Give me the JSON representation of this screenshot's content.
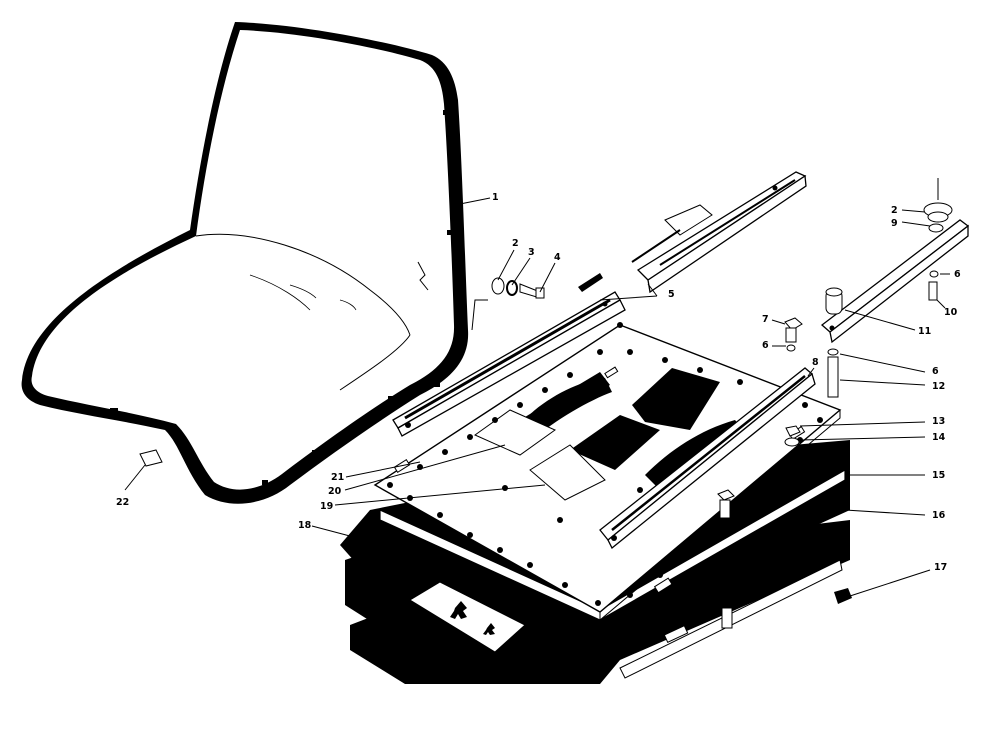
{
  "diagram": {
    "callouts": [
      {
        "id": "c1",
        "num": "1"
      },
      {
        "id": "c2a",
        "num": "2"
      },
      {
        "id": "c3",
        "num": "3"
      },
      {
        "id": "c4",
        "num": "4"
      },
      {
        "id": "c5",
        "num": "5"
      },
      {
        "id": "c2b",
        "num": "2"
      },
      {
        "id": "c9",
        "num": "9"
      },
      {
        "id": "c6a",
        "num": "6"
      },
      {
        "id": "c10",
        "num": "10"
      },
      {
        "id": "c7",
        "num": "7"
      },
      {
        "id": "c6b",
        "num": "6"
      },
      {
        "id": "c8",
        "num": "8"
      },
      {
        "id": "c11",
        "num": "11"
      },
      {
        "id": "c6c",
        "num": "6"
      },
      {
        "id": "c12",
        "num": "12"
      },
      {
        "id": "c13",
        "num": "13"
      },
      {
        "id": "c14",
        "num": "14"
      },
      {
        "id": "c15",
        "num": "15"
      },
      {
        "id": "c16",
        "num": "16"
      },
      {
        "id": "c17",
        "num": "17"
      },
      {
        "id": "c18",
        "num": "18"
      },
      {
        "id": "c19",
        "num": "19"
      },
      {
        "id": "c20",
        "num": "20"
      },
      {
        "id": "c21",
        "num": "21"
      },
      {
        "id": "c22",
        "num": "22"
      }
    ]
  }
}
